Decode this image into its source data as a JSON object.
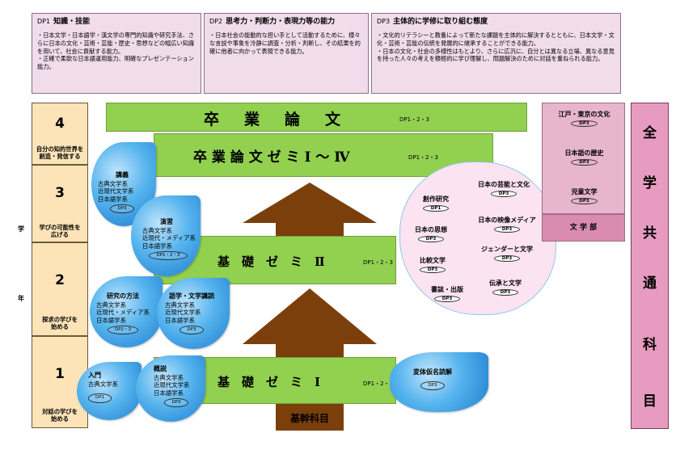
{
  "dp_boxes": [
    {
      "code": "DP1",
      "title": "知識・技能",
      "lines": [
        "・日本文学・日本語学・漢文学の専門的知識や研究手法、さらに日本の文化・芸術・芸能・歴史・思想などの幅広い知識を用いて、社会に貢献する能力。",
        "・正確で柔軟な日本語運用能力、明確なプレゼンテーション能力。"
      ]
    },
    {
      "code": "DP2",
      "title": "思考力・判断力・表現力等の能力",
      "lines": [
        "・日本社会の能動的な担い手として活動するために、様々な言説や事象を冷静に調査・分析・判断し、その結果を的確に他者に向かって表現できる能力。"
      ]
    },
    {
      "code": "DP3",
      "title": "主体的に学修に取り組む態度",
      "lines": [
        "・文化的リテラシーと教養によって新たな課題を主体的に解決するとともに、日本文学・文化・芸術・芸能の伝統を発展的に継承することができる能力。",
        "・日本の文化・社会の多様性はもとより、さらに広汎に、自分とは異なる立場、異なる意見を持った人々の考えを積極的に学び理解し、問題解決のために対話を重ねられる能力。"
      ]
    }
  ],
  "year_axis_label": [
    "学",
    "年"
  ],
  "years": [
    {
      "num": "4",
      "label": "自分の知的世界を\n創造・発信する"
    },
    {
      "num": "3",
      "label": "学びの可能性を\n広げる"
    },
    {
      "num": "2",
      "label": "探求の学びを\n始める"
    },
    {
      "num": "1",
      "label": "対話の学びを\n始める"
    }
  ],
  "bars": {
    "sotsuron": {
      "title": "卒　業　論　文",
      "dp": "DP1・2・3"
    },
    "sotsuron_zemi": {
      "title": "卒 業 論 文 ゼ ミ Ⅰ ～ Ⅳ",
      "dp": "DP1・2・3"
    },
    "kiso2": {
      "title": "基　礎　ゼ　ミ　Ⅱ",
      "dp": "DP1・2・3"
    },
    "kiso1": {
      "title": "基　礎　ゼ　ミ　Ⅰ",
      "dp": "DP1・2・3"
    }
  },
  "kikan": "基幹科目",
  "drops": [
    {
      "title": "講義",
      "lines": [
        "古典文学系",
        "近現代文学系",
        "日本語学系"
      ],
      "dp": "DP3"
    },
    {
      "title": "演習",
      "lines": [
        "古典文学系",
        "近現代・メディア系",
        "日本語学系"
      ],
      "dp": "DP1・2・3"
    },
    {
      "title": "研究の方法",
      "lines": [
        "古典文学系",
        "近現代・メディア系",
        "日本語学系"
      ],
      "dp": "DP2・3"
    },
    {
      "title": "語学・文学講読",
      "lines": [
        "古典文学系",
        "近現代文学系",
        "日本語学系"
      ],
      "dp": "DP3"
    },
    {
      "title": "入門",
      "lines": [
        "古典文学系"
      ],
      "dp": "DP1"
    },
    {
      "title": "概説",
      "lines": [
        "古典文学系",
        "近現代文学系",
        "日本語学系"
      ],
      "dp": "DP3"
    },
    {
      "title": "変体仮名読解",
      "lines": [],
      "dp": "DP3"
    }
  ],
  "cloud_items": [
    {
      "title": "創作研究",
      "dp": "DP1"
    },
    {
      "title": "日本の芸能と文化",
      "dp": "DP3"
    },
    {
      "title": "日本の思想",
      "dp": "DP3"
    },
    {
      "title": "日本の映像メディア",
      "dp": "DP3"
    },
    {
      "title": "比較文学",
      "dp": "DP3"
    },
    {
      "title": "ジェンダーと文学",
      "dp": "DP3"
    },
    {
      "title": "書誌・出版",
      "dp": "DP3"
    },
    {
      "title": "伝承と文学",
      "dp": "DP3"
    }
  ],
  "literature": {
    "items": [
      {
        "title": "江戸・東京の文化",
        "dp": "DP3"
      },
      {
        "title": "日本語の歴史",
        "dp": "DP3"
      },
      {
        "title": "児童文学",
        "dp": "DP3"
      }
    ],
    "label": "文 学 部"
  },
  "general": [
    "全",
    "学",
    "共",
    "通",
    "科",
    "目"
  ],
  "colors": {
    "green": "#92d050",
    "brown": "#7b3f0b",
    "blue": "#1f7fd0",
    "pink": "#f1dcec",
    "tan": "#fce4b8",
    "general": "#e79bc0"
  }
}
